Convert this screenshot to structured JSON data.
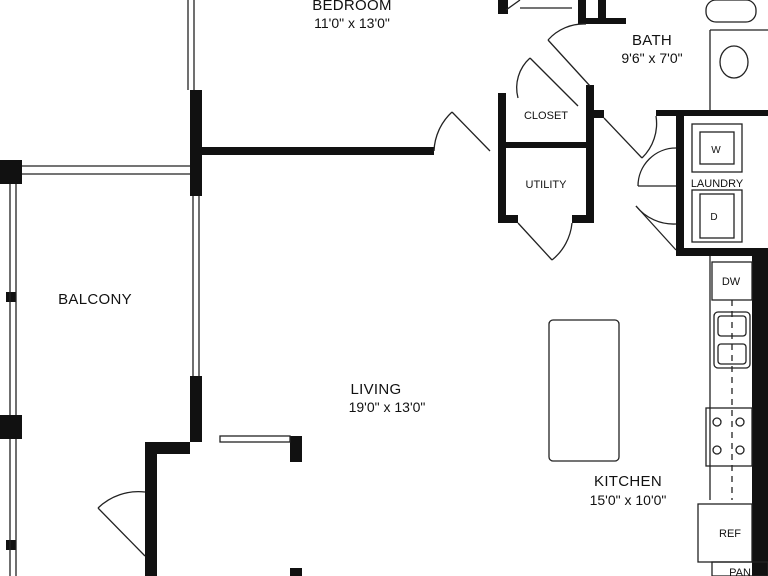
{
  "rooms": {
    "bedroom": {
      "name": "BEDROOM",
      "size": "11'0\" x 13'0\""
    },
    "bath": {
      "name": "BATH",
      "size": "9'6\" x 7'0\""
    },
    "closet": {
      "name": "CLOSET"
    },
    "utility": {
      "name": "UTILITY"
    },
    "laundry": {
      "name": "LAUNDRY"
    },
    "balcony": {
      "name": "BALCONY"
    },
    "living": {
      "name": "LIVING",
      "size": "19'0\" x 13'0\""
    },
    "kitchen": {
      "name": "KITCHEN",
      "size": "15'0\" x 10'0\""
    }
  },
  "fixtures": {
    "washer": "W",
    "dryer": "D",
    "dishwasher": "DW",
    "refrigerator": "REF",
    "pantry": "PAN"
  },
  "colors": {
    "wall": "#111111",
    "line": "#222222",
    "background": "#ffffff"
  }
}
